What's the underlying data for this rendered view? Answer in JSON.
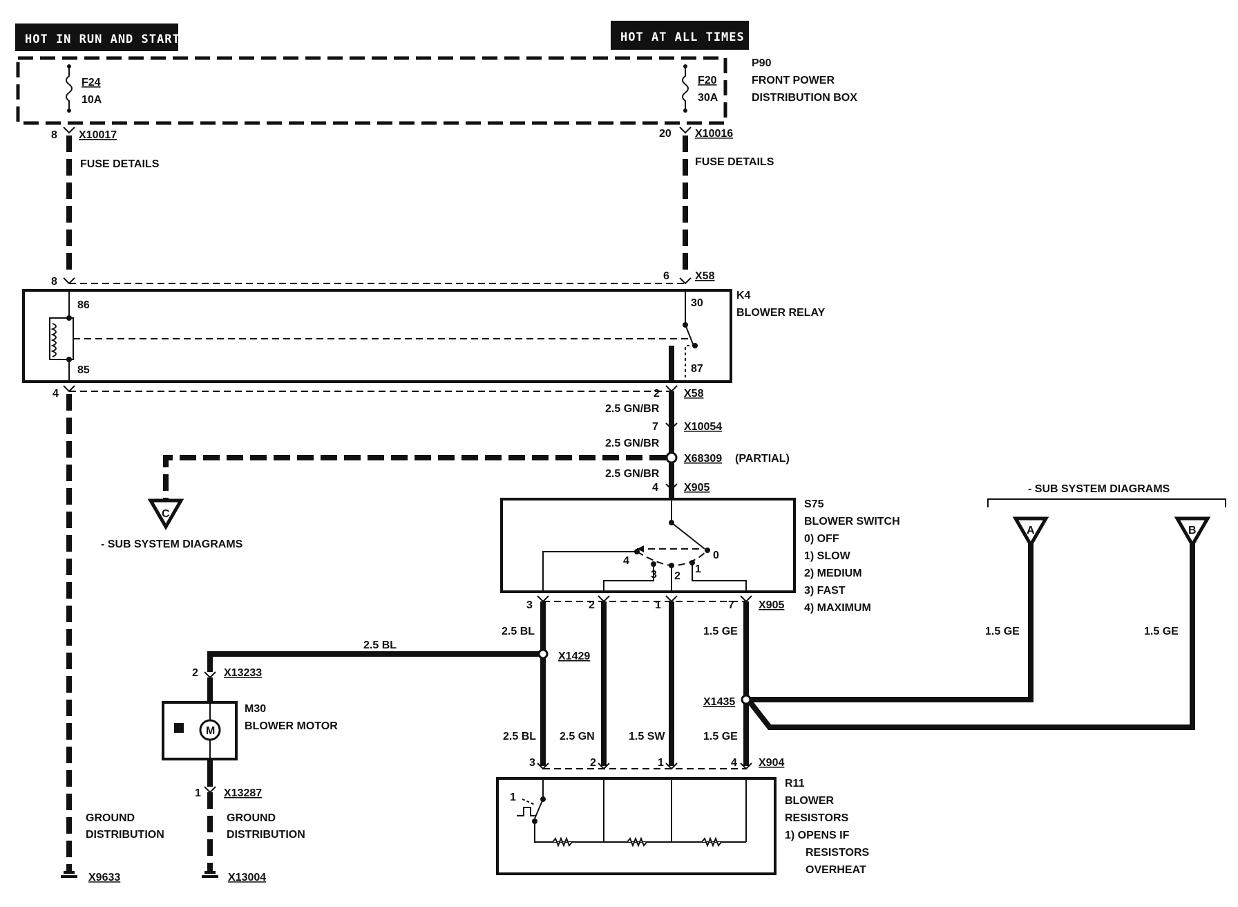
{
  "headers": {
    "run_start": "HOT IN RUN AND START",
    "all_times": "HOT AT ALL TIMES"
  },
  "p90": {
    "id": "P90",
    "line1": "FRONT POWER",
    "line2": "DISTRIBUTION BOX",
    "fuse_left": "F24",
    "fuse_left_rating": "10A",
    "fuse_right": "F20",
    "fuse_right_rating": "30A"
  },
  "conn": {
    "x10017": "X10017",
    "x10016": "X10016",
    "x58": "X58",
    "x10054": "X10054",
    "x68309": "X68309",
    "partial": "(PARTIAL)",
    "x905": "X905",
    "x1429": "X1429",
    "x1435": "X1435",
    "x904": "X904",
    "x13233": "X13233",
    "x13287": "X13287",
    "x9633": "X9633",
    "x13004": "X13004"
  },
  "fuse_details": "FUSE DETAILS",
  "k4": {
    "id": "K4",
    "name": "BLOWER RELAY",
    "p86": "86",
    "p85": "85",
    "p30": "30",
    "p87": "87"
  },
  "pins": {
    "p8": "8",
    "p20": "20",
    "p6": "6",
    "p4": "4",
    "p2": "2",
    "p7": "7",
    "p3": "3",
    "p1": "1",
    "p0": "0"
  },
  "wires": {
    "gnbr": "2.5 GN/BR",
    "bl": "2.5 BL",
    "ge": "1.5 GE",
    "gn": "2.5 GN",
    "sw": "1.5 SW"
  },
  "s75": {
    "id": "S75",
    "name": "BLOWER SWITCH",
    "positions": [
      "0)   OFF",
      "1)   SLOW",
      "2)   MEDIUM",
      "3)   FAST",
      "4)   MAXIMUM"
    ]
  },
  "subsystem": {
    "label": "- SUB SYSTEM DIAGRAMS",
    "a": "A",
    "b": "B",
    "c": "C"
  },
  "m30": {
    "id": "M30",
    "name": "BLOWER MOTOR",
    "symbol": "M"
  },
  "ground": {
    "line1": "GROUND",
    "line2": "DISTRIBUTION"
  },
  "r11": {
    "id": "R11",
    "line1": "BLOWER",
    "line2": "RESISTORS",
    "note1": "1)   OPENS IF",
    "note2": "RESISTORS",
    "note3": "OVERHEAT"
  }
}
